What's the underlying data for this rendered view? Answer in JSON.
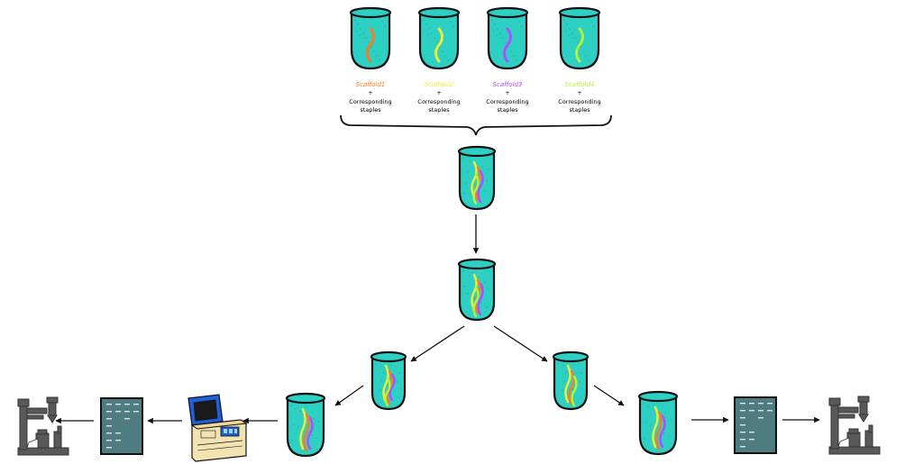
{
  "colors": {
    "tube_fill": "#2ed0c4",
    "tube_outline": "#111111",
    "arrow": "#111111",
    "gel_bg": "#4f7c80",
    "gel_band": "#d9e6e4",
    "instrument_gray": "#595959",
    "instrument_dark": "#333333"
  },
  "strand_colors": {
    "orange": "#ff7a1a",
    "yellow": "#f2ee33",
    "purple": "#b24bff",
    "lime": "#b6f533"
  },
  "scaffolds": [
    {
      "name": "Scaffold1",
      "plus": "+",
      "line1": "Corresponding",
      "line2": "staples",
      "color": "#ff7a1a"
    },
    {
      "name": "Scaffold2",
      "plus": "+",
      "line1": "Corresponding",
      "line2": "staples",
      "color": "#f2ee33"
    },
    {
      "name": "Scaffold3",
      "plus": "+",
      "line1": "Corresponding",
      "line2": "staples",
      "color": "#b24bff"
    },
    {
      "name": "Scaffold4",
      "plus": "+",
      "line1": "Corresponding",
      "line2": "staples",
      "color": "#b6f533"
    }
  ],
  "icons": {
    "tube": "test-tube-icon",
    "brace": "curly-brace-icon",
    "arrow": "arrow-icon",
    "gel": "gel-electrophoresis-icon",
    "uv_lamp": "uv-lamp-icon",
    "afm": "afm-microscope-icon"
  }
}
